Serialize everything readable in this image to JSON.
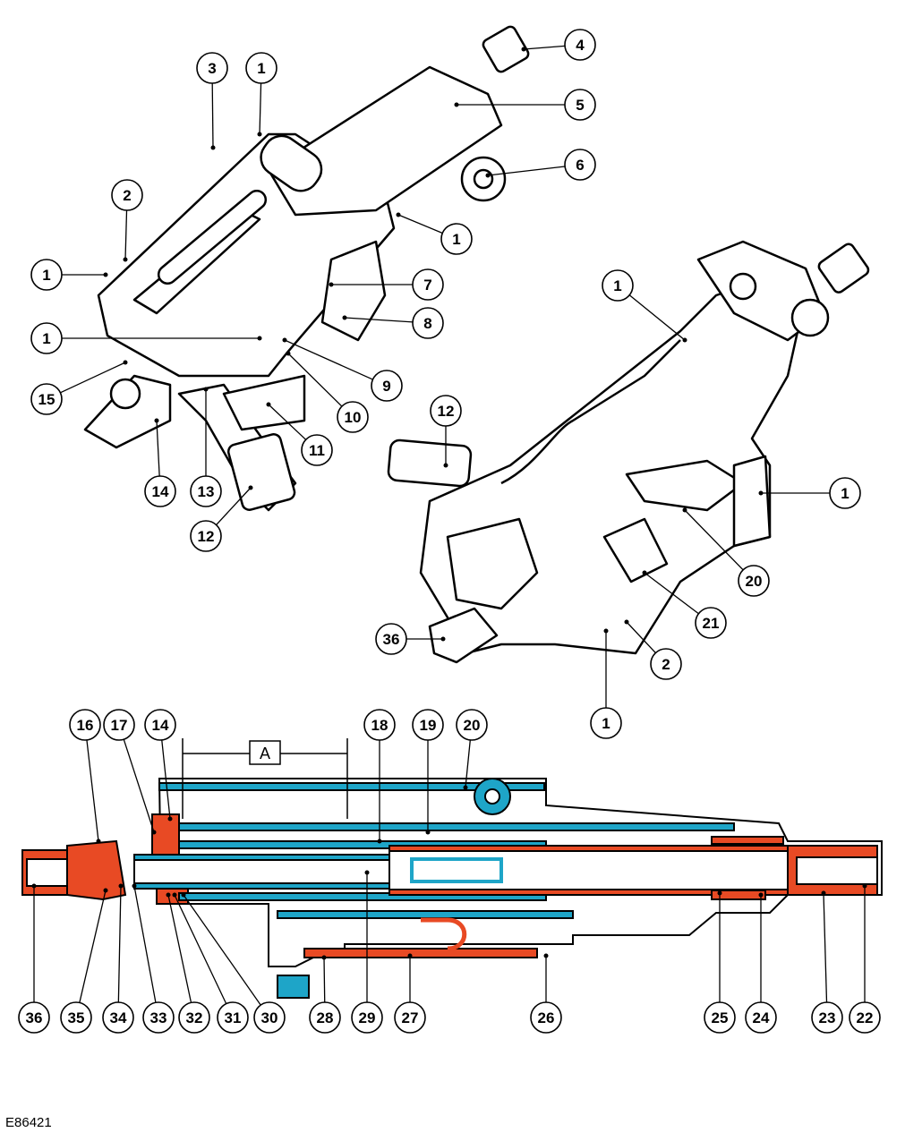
{
  "figure_id": "E86421",
  "dimension_label": "A",
  "colors": {
    "blue": "#1ea5c8",
    "orange": "#e84a24",
    "line": "#000000",
    "fill": "#ffffff"
  },
  "callouts": [
    {
      "label": "3"
    },
    {
      "label": "1"
    },
    {
      "label": "4"
    },
    {
      "label": "5"
    },
    {
      "label": "6"
    },
    {
      "label": "2"
    },
    {
      "label": "1"
    },
    {
      "label": "1"
    },
    {
      "label": "7"
    },
    {
      "label": "8"
    },
    {
      "label": "1"
    },
    {
      "label": "9"
    },
    {
      "label": "15"
    },
    {
      "label": "10"
    },
    {
      "label": "11"
    },
    {
      "label": "14"
    },
    {
      "label": "13"
    },
    {
      "label": "12"
    },
    {
      "label": "1"
    },
    {
      "label": "12"
    },
    {
      "label": "1"
    },
    {
      "label": "20"
    },
    {
      "label": "21"
    },
    {
      "label": "36"
    },
    {
      "label": "2"
    },
    {
      "label": "1"
    },
    {
      "label": "16"
    },
    {
      "label": "17"
    },
    {
      "label": "14"
    },
    {
      "label": "18"
    },
    {
      "label": "19"
    },
    {
      "label": "20"
    },
    {
      "label": "36"
    },
    {
      "label": "35"
    },
    {
      "label": "34"
    },
    {
      "label": "33"
    },
    {
      "label": "32"
    },
    {
      "label": "31"
    },
    {
      "label": "30"
    },
    {
      "label": "28"
    },
    {
      "label": "29"
    },
    {
      "label": "27"
    },
    {
      "label": "26"
    },
    {
      "label": "25"
    },
    {
      "label": "24"
    },
    {
      "label": "23"
    },
    {
      "label": "22"
    }
  ]
}
